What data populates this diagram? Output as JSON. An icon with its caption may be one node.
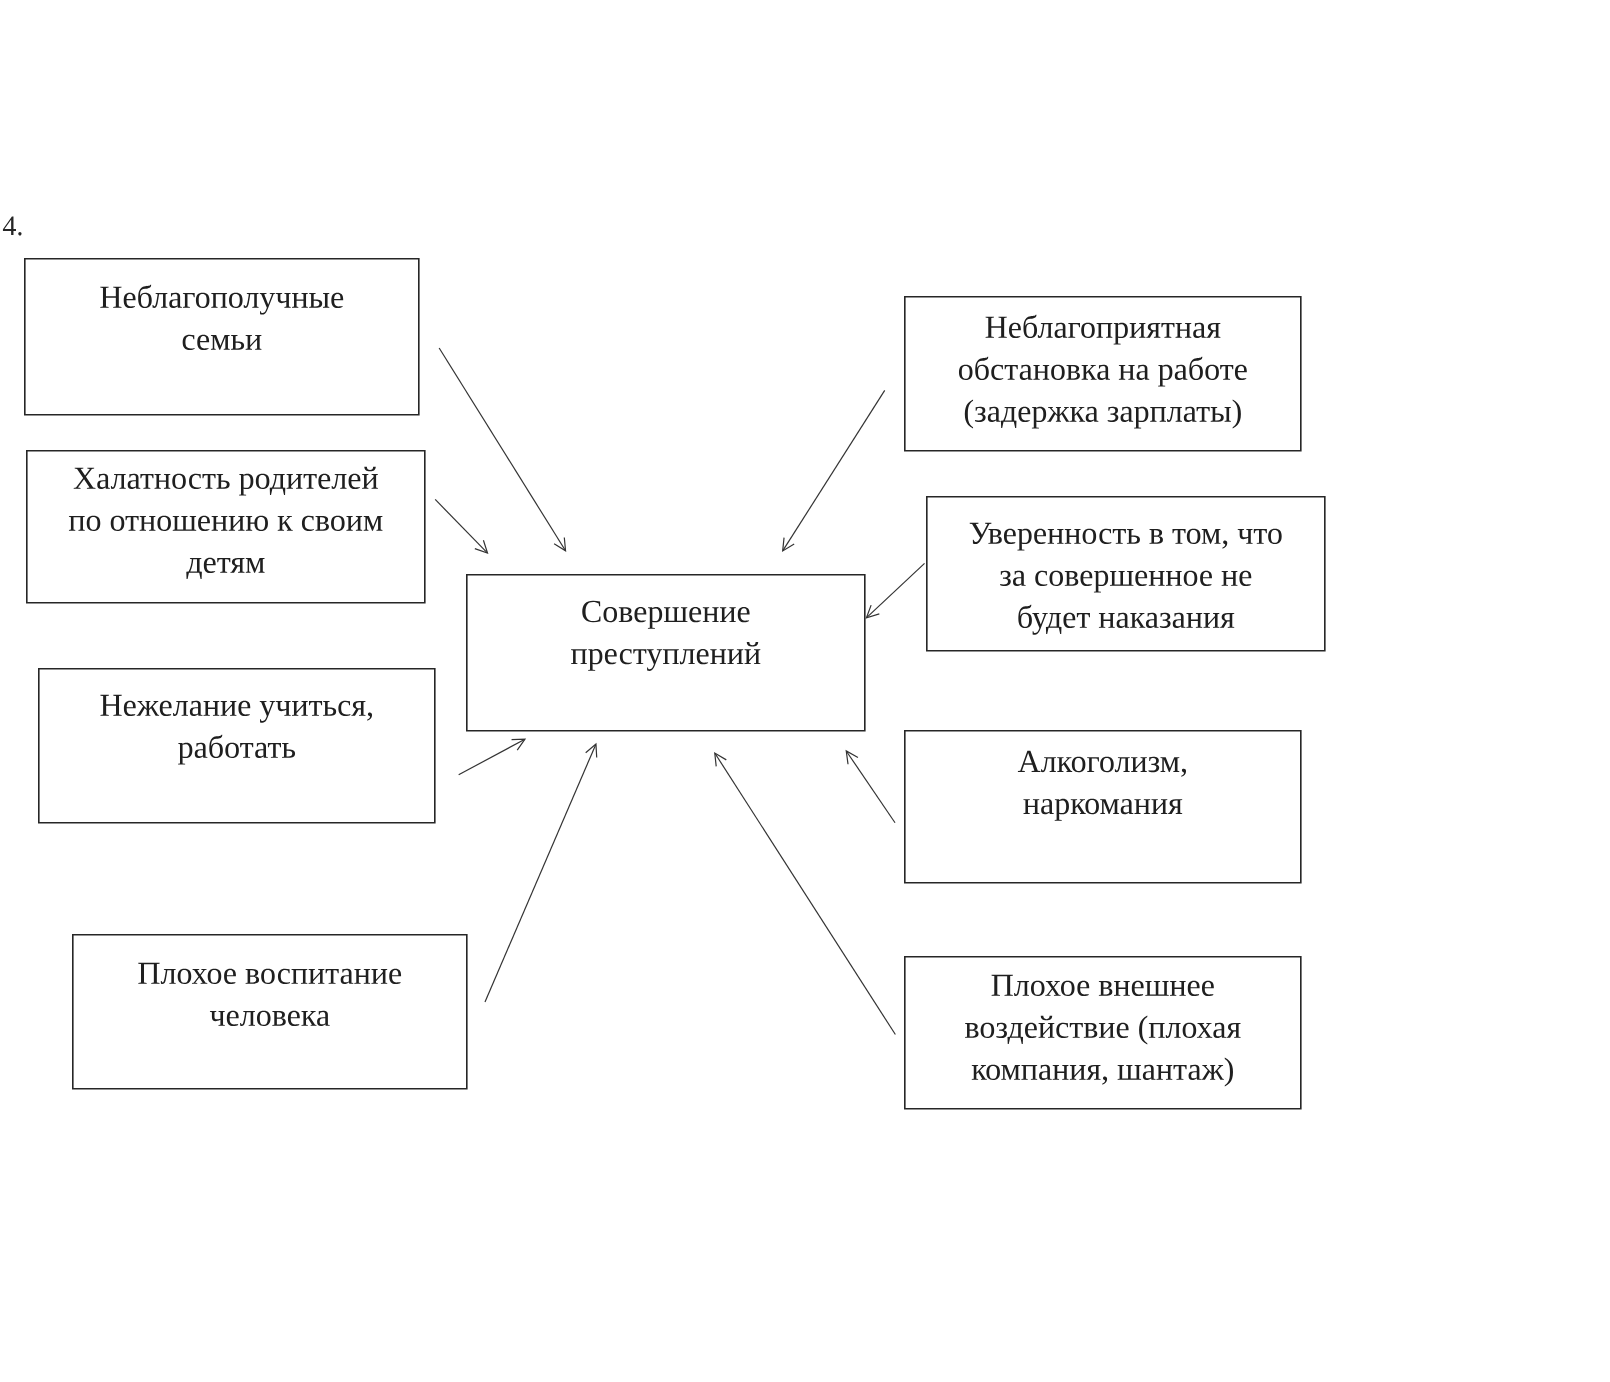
{
  "diagram": {
    "nodes": [
      {
        "text": [
          "Неблагополучные семьи"
        ]
      },
      {
        "text": [
          "Неблагоприятная обстановка на работе (задержка зарплаты)"
        ]
      },
      {
        "text": [
          "Халатность родителей по отношению к своим детям"
        ]
      },
      {
        "text": [
          "Уверенность в том, что за совершенное не будет наказания"
        ]
      },
      {
        "text": [
          "Совершение преступлений"
        ]
      },
      {
        "text": [
          "Нежелание учиться, работать"
        ]
      },
      {
        "text": [
          "Алкоголизм, наркомания"
        ]
      },
      {
        "text": [
          "Плохое воспитание человека"
        ]
      },
      {
        "text": [
          "Плохое внешнее воздействие (плохая компания, шантаж)"
        ]
      }
    ],
    "edges": [
      {
        "from": 0,
        "to": 4,
        "arrow": "to"
      },
      {
        "from": 1,
        "to": 4,
        "arrow": "to"
      },
      {
        "from": 2,
        "to": 4,
        "arrow": "to"
      },
      {
        "from": 3,
        "to": 4,
        "arrow": "to"
      },
      {
        "from": 5,
        "to": 4,
        "arrow": "to"
      },
      {
        "from": 6,
        "to": 4,
        "arrow": "to"
      },
      {
        "from": 7,
        "to": 4,
        "arrow": "to"
      },
      {
        "from": 8,
        "to": 4,
        "arrow": "to"
      }
    ],
    "labels": [
      "4."
    ]
  }
}
